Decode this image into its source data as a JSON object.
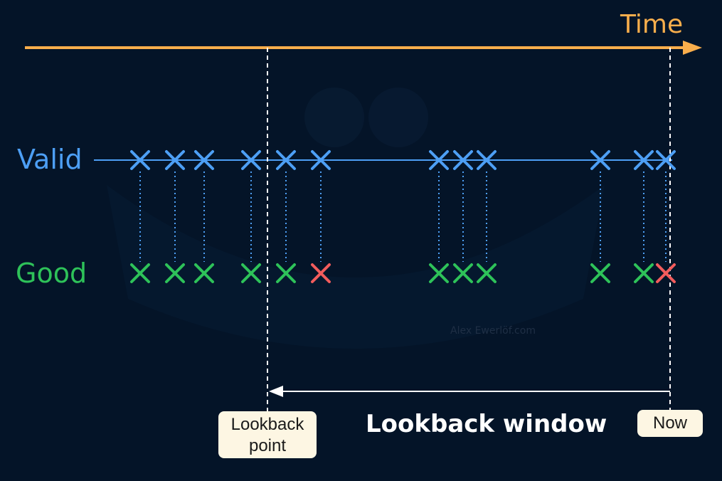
{
  "header": {
    "time_label": "Time"
  },
  "rows": {
    "valid_label": "Valid",
    "good_label": "Good"
  },
  "window": {
    "label": "Lookback window"
  },
  "markers": {
    "lookback_point": {
      "line1": "Lookback",
      "line2": "point"
    },
    "now": "Now"
  },
  "watermark": "Alex Ewerlöf.com",
  "events": [
    {
      "good": true
    },
    {
      "good": true
    },
    {
      "good": true
    },
    {
      "good": true
    },
    {
      "good": true
    },
    {
      "good": false
    },
    {
      "good": true
    },
    {
      "good": true
    },
    {
      "good": true
    },
    {
      "good": true
    },
    {
      "good": true
    },
    {
      "good": false
    }
  ],
  "colors": {
    "background": "#041428",
    "time_axis": "#f9ae4c",
    "valid": "#4d9ff5",
    "good": "#2ec259",
    "bad": "#f25c5c",
    "marker_line": "#ffffff"
  }
}
